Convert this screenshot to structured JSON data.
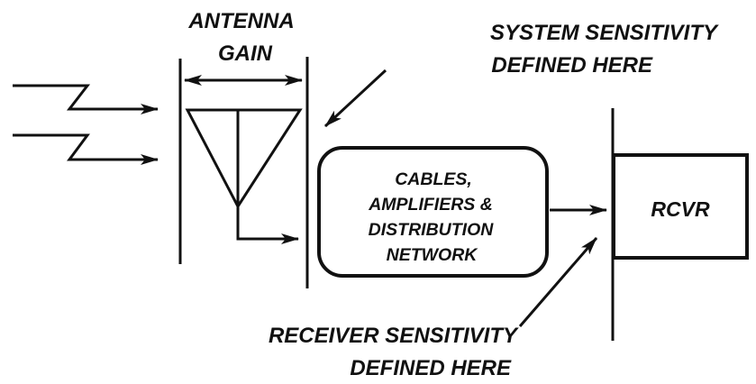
{
  "labels": {
    "antenna_gain": [
      "ANTENNA",
      "GAIN"
    ],
    "system_sensitivity": [
      "SYSTEM SENSITIVITY",
      "DEFINED HERE"
    ],
    "network_box": [
      "CABLES,",
      "AMPLIFIERS &",
      "DISTRIBUTION",
      "NETWORK"
    ],
    "receiver_box": "RCVR",
    "receiver_sensitivity": [
      "RECEIVER SENSITIVITY",
      "DEFINED HERE"
    ]
  },
  "colors": {
    "ink": "#111111",
    "background": "#ffffff"
  }
}
